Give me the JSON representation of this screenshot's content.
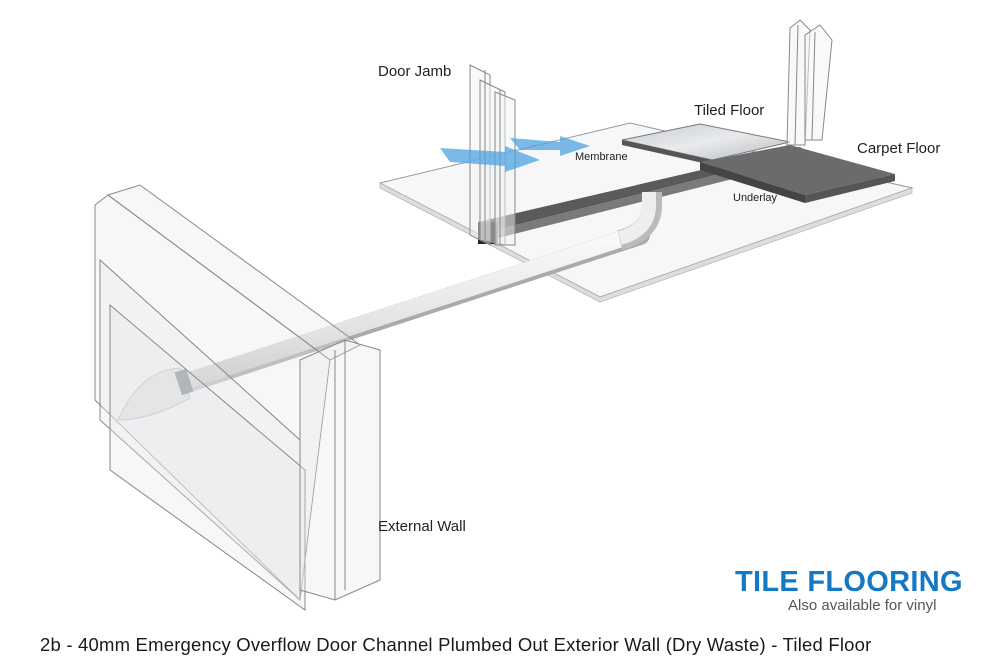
{
  "labels": {
    "door_jamb": "Door Jamb",
    "tiled_floor": "Tiled Floor",
    "membrane": "Membrane",
    "carpet_floor": "Carpet Floor",
    "underlay": "Underlay",
    "external_wall": "External Wall"
  },
  "brand": {
    "title": "TILE FLOORING",
    "subtitle": "Also available for vinyl",
    "color": "#1479c4"
  },
  "caption": "2b - 40mm Emergency Overflow Door Channel Plumbed Out Exterior Wall (Dry Waste) - Tiled Floor"
}
